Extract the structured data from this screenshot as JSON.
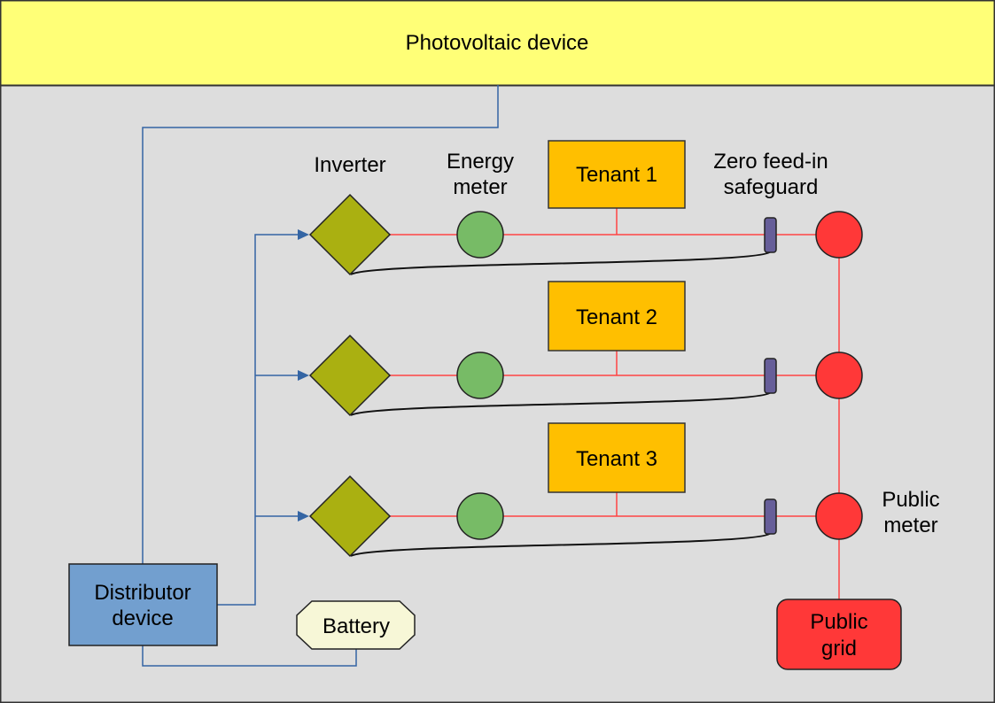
{
  "colors": {
    "background": "#dddddd",
    "pv_fill": "#ffff77",
    "data_line": "#3465a4",
    "power_line": "#ff4444",
    "inverter": "#aab011",
    "energy_meter": "#77bb66",
    "tenant": "#ffbf00",
    "safeguard": "#665e99",
    "public_meter": "#ff3838",
    "distributor": "#729fcf",
    "battery": "#f7f7d7"
  },
  "photovoltaic": {
    "label": "Photovoltaic device"
  },
  "labels": {
    "inverter": "Inverter",
    "energy_meter": [
      "Energy",
      "meter"
    ],
    "safeguard": [
      "Zero feed-in",
      "safeguard"
    ],
    "public_meter": [
      "Public",
      "meter"
    ]
  },
  "tenants": [
    {
      "label": "Tenant 1"
    },
    {
      "label": "Tenant 2"
    },
    {
      "label": "Tenant 3"
    }
  ],
  "distributor": {
    "label": [
      "Distributor",
      "device"
    ]
  },
  "battery": {
    "label": "Battery"
  },
  "public_grid": {
    "label": [
      "Public",
      "grid"
    ]
  }
}
